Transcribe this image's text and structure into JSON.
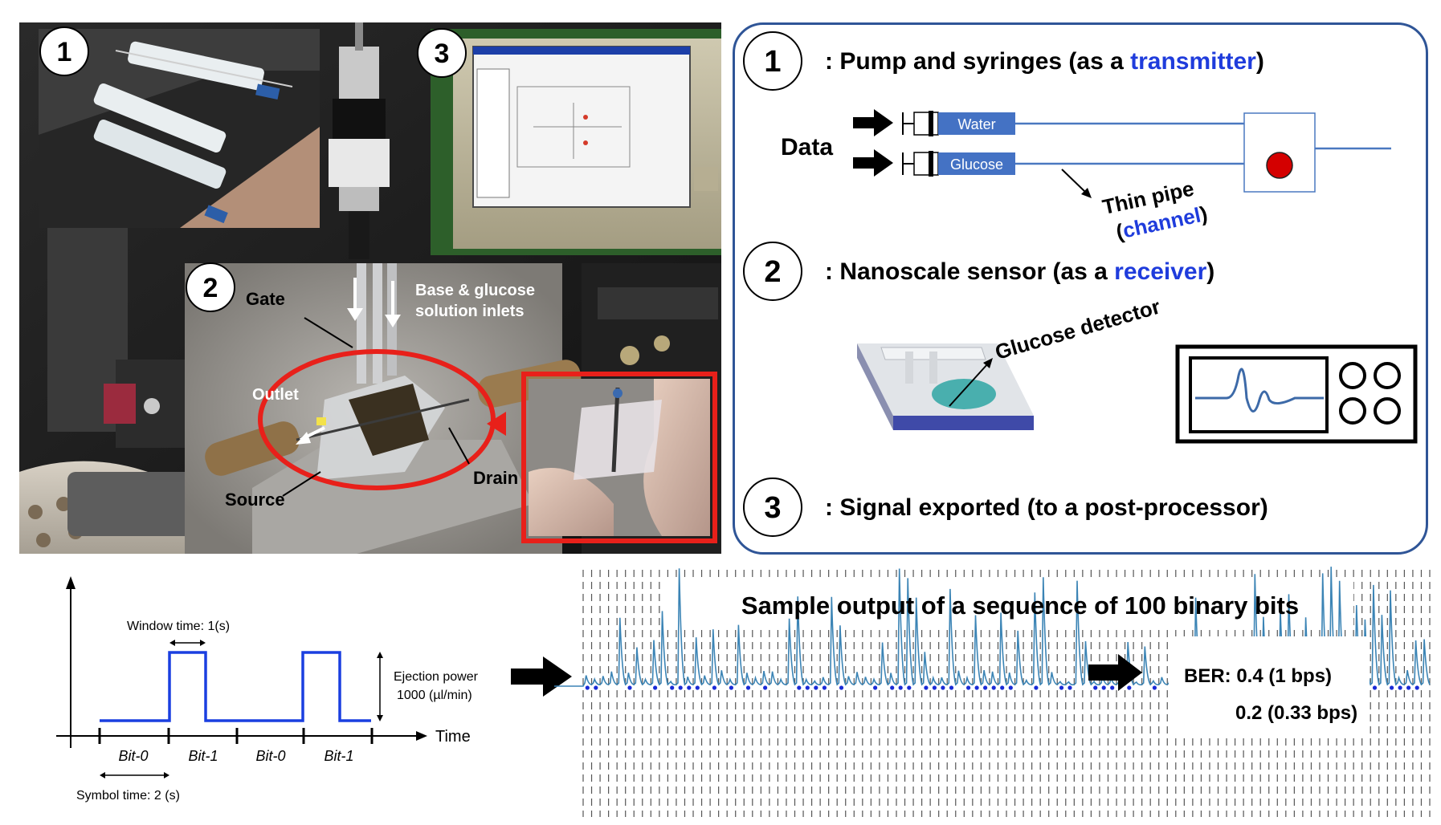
{
  "colors": {
    "accent_blue": "#1f3cdc",
    "panel_border": "#2f5597",
    "box_fill": "#4472c4",
    "signal": "#3b84b5",
    "marker": "#1a2bd6",
    "highlight_red": "#e8201a"
  },
  "photo": {
    "badges": [
      "1",
      "2",
      "3"
    ],
    "labels": {
      "gate": "Gate",
      "inlets_line1": "Base & glucose",
      "inlets_line2": "solution inlets",
      "outlet": "Outlet",
      "drain": "Drain",
      "source": "Source"
    }
  },
  "legend_panel": {
    "items": [
      {
        "num": "1",
        "prefix": ": Pump and syringes (as a ",
        "keyword": "transmitter",
        "suffix": ")"
      },
      {
        "num": "2",
        "prefix": ": Nanoscale sensor (as a ",
        "keyword": "receiver",
        "suffix": ")"
      },
      {
        "num": "3",
        "prefix": ": Signal exported (to a post-processor)",
        "keyword": "",
        "suffix": ""
      }
    ],
    "data_label": "Data",
    "syringes": [
      "Water",
      "Glucose"
    ],
    "pipe_label_line1": "Thin pipe",
    "pipe_label_open": "(",
    "pipe_label_keyword": "channel",
    "pipe_label_close": ")",
    "detector_label": "Glucose detector"
  },
  "timing": {
    "window_time": "Window time: 1(s)",
    "ejection_line1": "Ejection power",
    "ejection_line2": "1000 (µl/min)",
    "time_axis": "Time",
    "bits": [
      "Bit-0",
      "Bit-1",
      "Bit-0",
      "Bit-1"
    ],
    "symbol_time": "Symbol time: 2 (s)"
  },
  "signal_plot": {
    "title": "Sample output of a sequence of 100 binary bits",
    "ber_line1": "BER: 0.4 (1 bps)",
    "ber_line2": "0.2 (0.33 bps)"
  }
}
